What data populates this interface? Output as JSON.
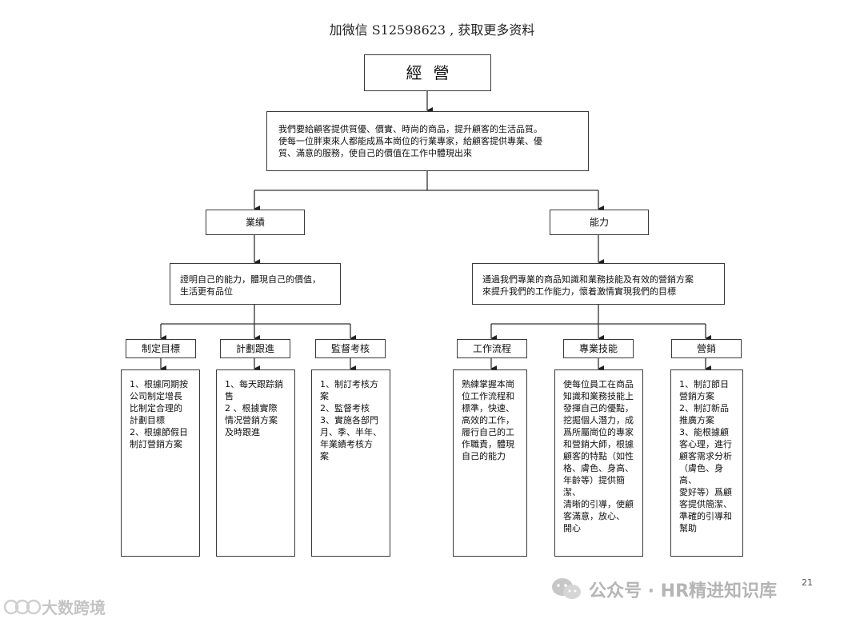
{
  "banner": "加微信 S12598623 , 获取更多资料",
  "root": "經營",
  "mission": "我們要給顧客提供質優、價實、時尚的商品，提升顧客的生活品質。\n使每一位胖東來人都能成爲本崗位的行業專家，給顧客提供專業、優\n質、滿意的服務，使自己的價值在工作中體現出來",
  "branches": [
    {
      "label": "業績",
      "description": "證明自己的能力，體現自己的價值，\n生活更有品位",
      "children": [
        {
          "label": "制定目標",
          "detail": "1、根據同期按\n公司制定增長\n比制定合理的\n計劃目標\n2、根據節假日\n制訂營銷方案"
        },
        {
          "label": "計劃跟進",
          "detail": "1、每天跟踪銷\n售\n2 、根據實際\n情况營銷方案\n及時跟進"
        },
        {
          "label": "監督考核",
          "detail": "1、制訂考核方\n案\n2、監督考核\n3、實施各部門\n月、季、半年、\n年業績考核方\n案"
        }
      ]
    },
    {
      "label": "能力",
      "description": "通過我們專業的商品知識和業務技能及有效的營銷方案\n來提升我們的工作能力，懷着激情實現我們的目標",
      "children": [
        {
          "label": "工作流程",
          "detail": "熟練掌握本崗\n位工作流程和\n標準，快速、\n高效的工作，\n履行自己的工\n作職責，體現\n自己的能力"
        },
        {
          "label": "專業技能",
          "detail": "使每位員工在商品\n知識和業務技能上\n發揮自己的優點，\n挖掘個人潛力，成\n爲所屬崗位的專家\n和營銷大師，根據\n顧客的特點（如性\n格、膚色、身高、\n年齡等）提供簡潔、\n清晰的引導，使顧\n客滿意，放心、\n開心"
        },
        {
          "label": "營銷",
          "detail": "1、制訂節日\n營銷方案\n2、制訂新品\n推廣方案\n3、能根據顧\n客心理，進行\n顧客需求分析\n（膚色、身高、\n愛好等）爲顧\n客提供簡潔、\n準確的引導和\n幫助"
        }
      ]
    }
  ],
  "watermark_right": "公众号 · HR精进知识库",
  "watermark_left": "大数跨境",
  "page_number": "21"
}
